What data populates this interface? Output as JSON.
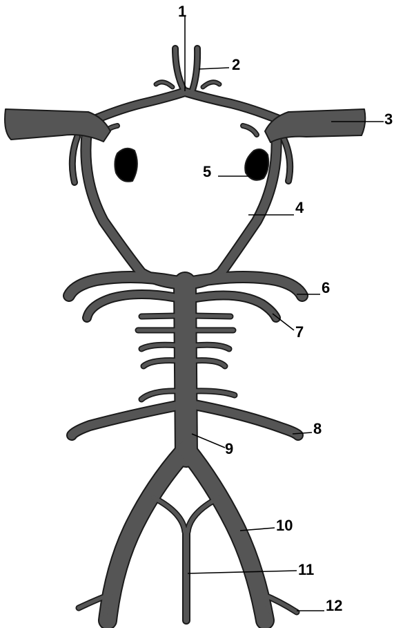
{
  "diagram": {
    "colors": {
      "vessel_fill": "#555555",
      "vessel_outline": "#1a1a1a",
      "background": "#ffffff",
      "label_color": "#000000"
    },
    "labels": [
      {
        "id": "label-1",
        "text": "1"
      },
      {
        "id": "label-2",
        "text": "2"
      },
      {
        "id": "label-3",
        "text": "3"
      },
      {
        "id": "label-4",
        "text": "4"
      },
      {
        "id": "label-5",
        "text": "5"
      },
      {
        "id": "label-6",
        "text": "6"
      },
      {
        "id": "label-7",
        "text": "7"
      },
      {
        "id": "label-8",
        "text": "8"
      },
      {
        "id": "label-9",
        "text": "9"
      },
      {
        "id": "label-10",
        "text": "10"
      },
      {
        "id": "label-11",
        "text": "11"
      },
      {
        "id": "label-12",
        "text": "12"
      }
    ]
  }
}
